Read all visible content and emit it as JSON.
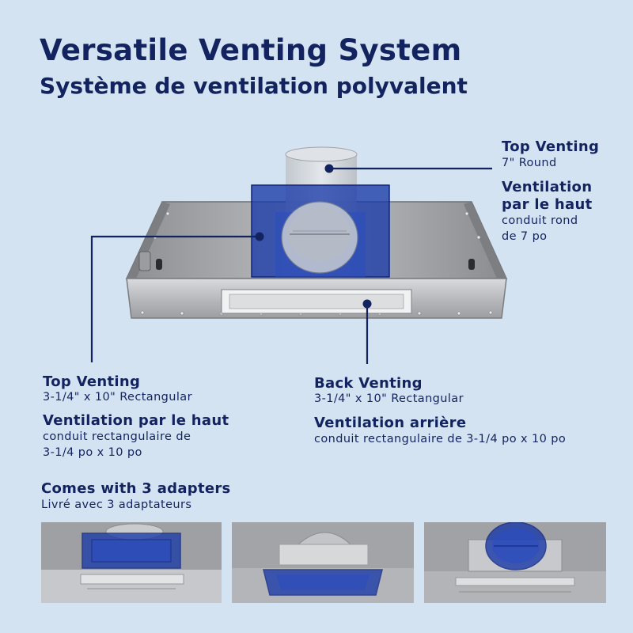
{
  "title": {
    "en": "Versatile Venting System",
    "fr": "Système de ventilation polyvalent"
  },
  "callouts": {
    "top_round": {
      "heading_en": "Top Venting",
      "detail_en": "7\" Round",
      "heading_fr_line1": "Ventilation",
      "heading_fr_line2": "par le haut",
      "detail_fr_line1": "conduit rond",
      "detail_fr_line2": "de 7 po"
    },
    "top_rect": {
      "heading_en": "Top Venting",
      "detail_en": "3-1/4\" x 10\" Rectangular",
      "heading_fr": "Ventilation par le haut",
      "detail_fr_line1": "conduit rectangulaire de",
      "detail_fr_line2": "3-1/4 po x 10 po"
    },
    "back_rect": {
      "heading_en": "Back Venting",
      "detail_en": "3-1/4\" x 10\" Rectangular",
      "heading_fr": "Ventilation arrière",
      "detail_fr": "conduit rectangulaire de 3-1/4 po x 10 po"
    }
  },
  "adapters": {
    "heading_en": "Comes with 3 adapters",
    "heading_fr": "Livré avec 3 adaptateurs"
  },
  "colors": {
    "background": "#d3e3f1",
    "text_navy": "#13235f",
    "adapter_blue": "#1a3aa8",
    "steel": "#a9abae"
  }
}
